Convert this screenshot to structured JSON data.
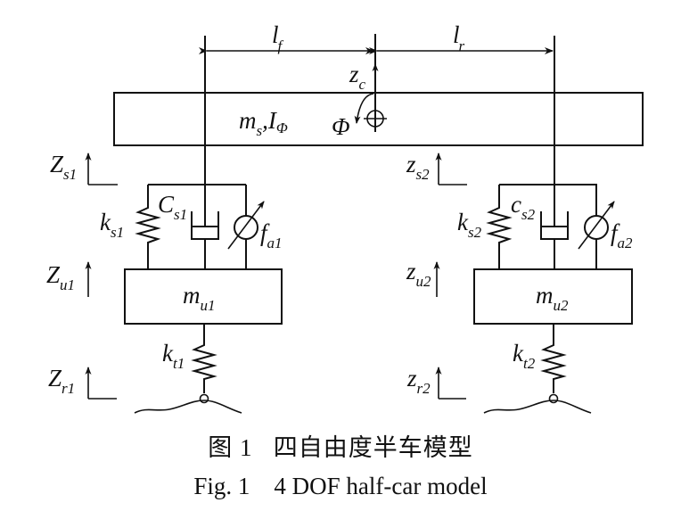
{
  "diagram": {
    "title": "4 DOF half-car model",
    "dimensions": {
      "front": {
        "main": "l",
        "sub": "f"
      },
      "rear": {
        "main": "l",
        "sub": "r"
      }
    },
    "body": {
      "center_displacement": {
        "main": "z",
        "sub": "c"
      },
      "pitch_angle": "Φ",
      "mass_label": {
        "main": "m",
        "sub": "s",
        "sep": ",",
        "inertia_main": "I",
        "inertia_sub": "Φ"
      }
    },
    "front": {
      "sprung_disp": {
        "main": "Z",
        "sub": "s1"
      },
      "spring": {
        "main": "k",
        "sub": "s1"
      },
      "damper": {
        "main": "C",
        "sub": "s1"
      },
      "actuator": {
        "main": "f",
        "sub": "a1"
      },
      "unsprung_disp": {
        "main": "Z",
        "sub": "u1"
      },
      "unsprung_mass": {
        "main": "m",
        "sub": "u1"
      },
      "tire_spring": {
        "main": "k",
        "sub": "t1"
      },
      "road_disp": {
        "main": "Z",
        "sub": "r1"
      }
    },
    "rear": {
      "sprung_disp": {
        "main": "z",
        "sub": "s2"
      },
      "spring": {
        "main": "k",
        "sub": "s2"
      },
      "damper": {
        "main": "c",
        "sub": "s2"
      },
      "actuator": {
        "main": "f",
        "sub": "a2"
      },
      "unsprung_disp": {
        "main": "z",
        "sub": "u2"
      },
      "unsprung_mass": {
        "main": "m",
        "sub": "u2"
      },
      "tire_spring": {
        "main": "k",
        "sub": "t2"
      },
      "road_disp": {
        "main": "z",
        "sub": "r2"
      }
    }
  },
  "caption": {
    "chinese": "图 1   四自由度半车模型",
    "english": "Fig. 1    4 DOF half-car model"
  }
}
